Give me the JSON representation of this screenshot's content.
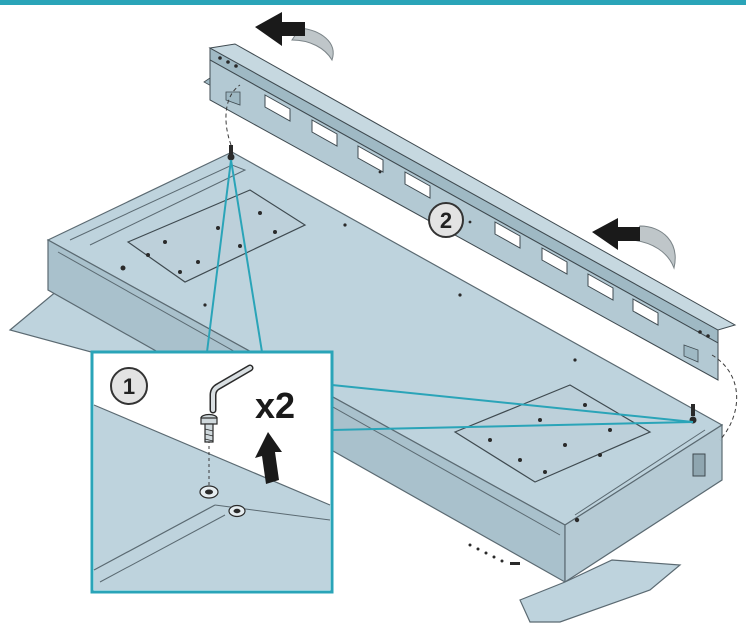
{
  "figure": {
    "type": "assembly-instruction-illustration",
    "colors": {
      "top_rule": "#2aa4b8",
      "panel_fill": "#bed3dd",
      "panel_side": "#a9c1cc",
      "panel_edge": "#5b6a72",
      "inset_border": "#2aa4b8",
      "arrow_black": "#1a1a1a",
      "arrow_grey": "#bfc6c9"
    },
    "steps": [
      {
        "number": "1"
      },
      {
        "number": "2"
      }
    ],
    "quantity": "x2",
    "icons": [
      "hex-key-icon",
      "screw-icon",
      "up-arrow-icon",
      "rotate-arrow-icon"
    ]
  }
}
